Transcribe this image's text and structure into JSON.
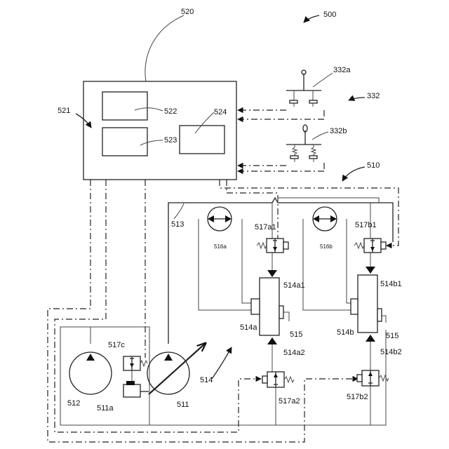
{
  "labels": {
    "system": "500",
    "controller": "520",
    "ctrl_arrow": "521",
    "memory": "522",
    "processor": "523",
    "io_unit": "524",
    "input_group": "332",
    "joystick_a": "332a",
    "joystick_b": "332b",
    "circuit": "510",
    "line_513": "513",
    "motor_a": "516a",
    "motor_b": "516b",
    "valve_a1": "517a1",
    "valve_b1": "517b1",
    "port_a1": "514a1",
    "port_b1": "514b1",
    "cyl_a": "514a",
    "cyl_b": "514b",
    "sensor_a": "515",
    "sensor_b": "515",
    "port_a2": "514a2",
    "port_b2": "514b2",
    "valve_c": "517c",
    "pump_512": "512",
    "pump_511": "511",
    "pump_valve": "511a",
    "group_514": "514",
    "valve_a2": "517a2",
    "valve_b2": "517b2"
  }
}
